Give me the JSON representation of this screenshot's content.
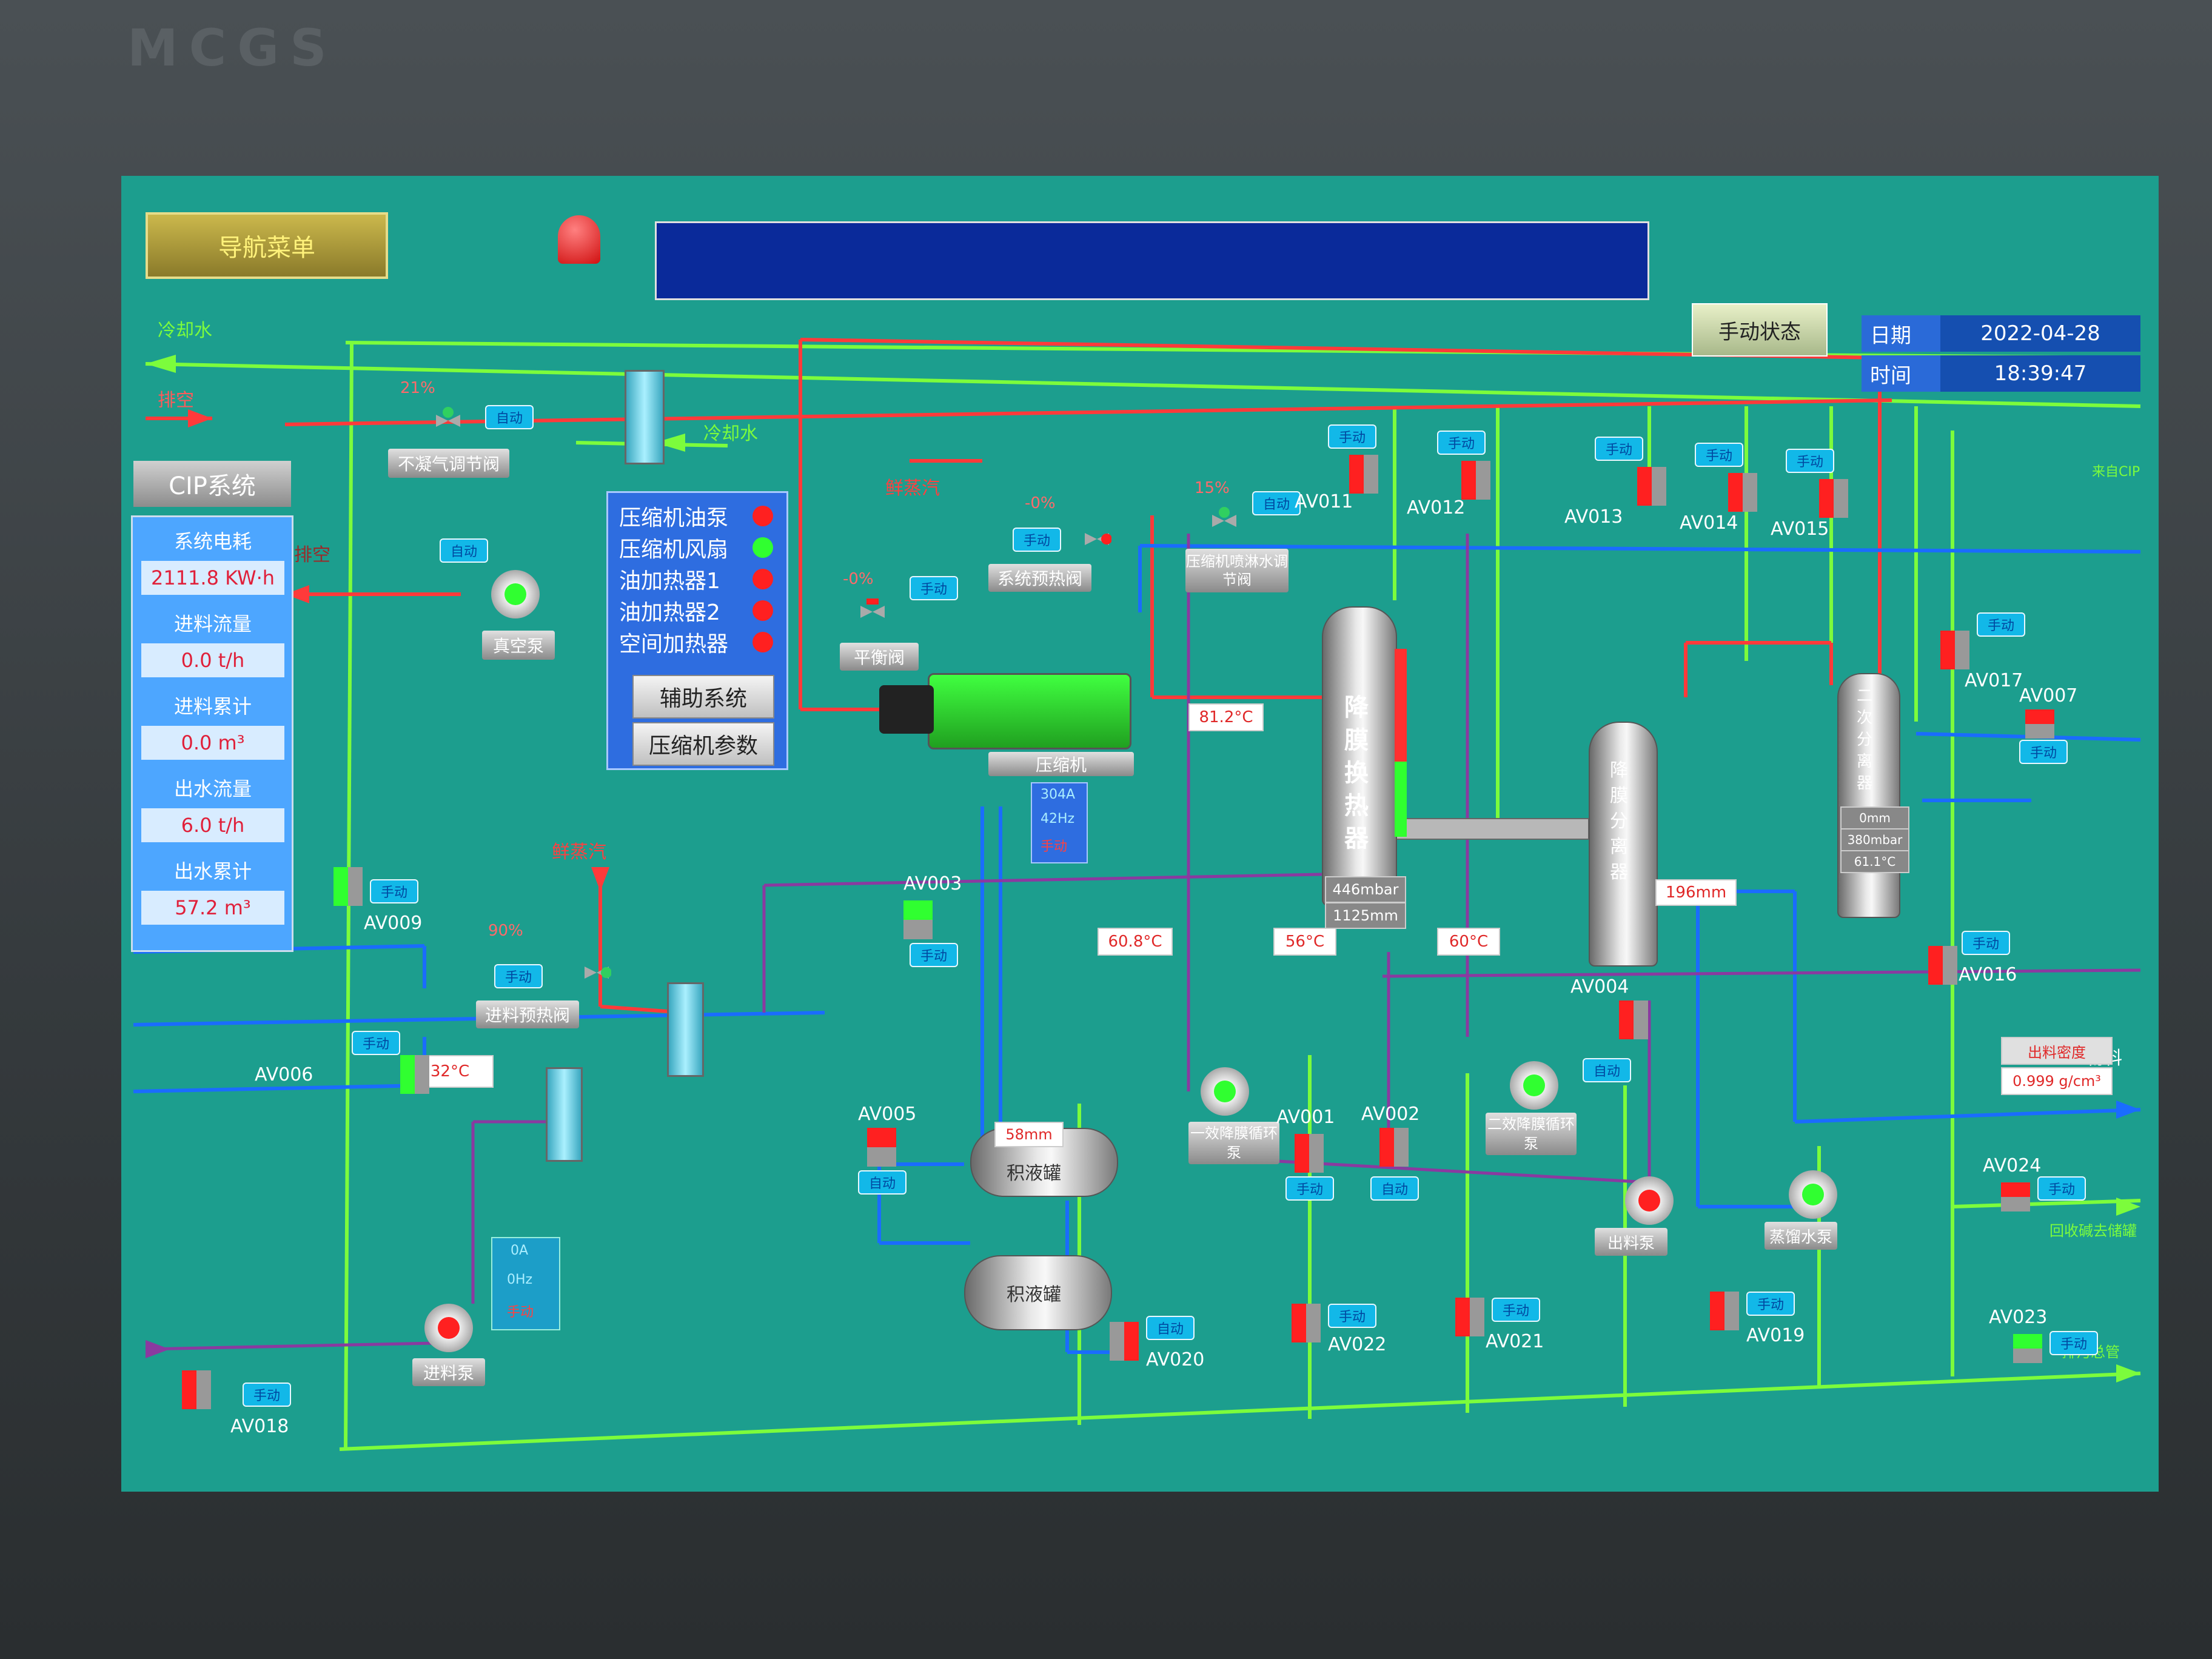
{
  "brand": "MCGS",
  "header": {
    "nav_menu": "导航菜单",
    "mode": "手动状态",
    "date_label": "日期",
    "date_value": "2022-04-28",
    "time_label": "时间",
    "time_value": "18:39:47"
  },
  "flow_labels": {
    "cooling_water_top": "冷却水",
    "exhaust_top": "排空",
    "cooling_water_in": "冷却水",
    "fresh_steam_1": "鲜蒸汽",
    "fresh_steam_2": "鲜蒸汽",
    "exhaust_mid": "排空",
    "from_cip": "来自CIP",
    "material": "物料",
    "recycle": "回收碱去储罐",
    "drain_total": "排污总管"
  },
  "cip": {
    "title": "CIP系统",
    "rows": [
      {
        "label": "系统电耗",
        "value": "2111.8 KW·h"
      },
      {
        "label": "进料流量",
        "value": "0.0 t/h"
      },
      {
        "label": "进料累计",
        "value": "0.0 m³"
      },
      {
        "label": "出水流量",
        "value": "6.0 t/h"
      },
      {
        "label": "出水累计",
        "value": "57.2 m³"
      }
    ]
  },
  "aux": {
    "items": [
      {
        "label": "压缩机油泵",
        "status_color": "#ff2020"
      },
      {
        "label": "压缩机风扇",
        "status_color": "#30ff30"
      },
      {
        "label": "油加热器1",
        "status_color": "#ff2020"
      },
      {
        "label": "油加热器2",
        "status_color": "#ff2020"
      },
      {
        "label": "空间加热器",
        "status_color": "#ff2020"
      }
    ],
    "btn_aux": "辅助系统",
    "btn_comp": "压缩机参数"
  },
  "equipment": {
    "noncond_valve": "不凝气调节阀",
    "noncond_pct": "21%",
    "noncond_mode": "自动",
    "vacuum_pump": "真空泵",
    "vacuum_mode": "自动",
    "balance_valve": "平衡阀",
    "balance_pct": "-0%",
    "balance_mode": "手动",
    "preheat_valve": "系统预热阀",
    "preheat_pct": "-0%",
    "preheat_mode": "手动",
    "spray_valve": "压缩机喷淋水调节阀",
    "spray_pct": "15%",
    "spray_mode": "自动",
    "compressor": "压缩机",
    "comp_current": "304A",
    "comp_freq": "42Hz",
    "comp_mode": "手动",
    "feed_preheat": "进料预热阀",
    "feed_preheat_pct": "90%",
    "feed_preheat_mode": "手动",
    "hx_main": "降膜换热器",
    "hx_pressure": "446mbar",
    "hx_level": "1125mm",
    "sep1": "降膜分离器",
    "sep1_level": "196mm",
    "sep2": "二次分离器",
    "sep2_level": "0mm",
    "sep2_pressure": "380mbar",
    "sep2_temp": "61.1°C",
    "tank1": "积液罐",
    "tank1_level": "58mm",
    "tank2": "积液罐",
    "pump1": "一效降膜循环泵",
    "pump2": "二效降膜循环泵",
    "pump_out": "出料泵",
    "pump_cond": "蒸馏水泵",
    "pump_feed": "进料泵",
    "feed_current": "0A",
    "feed_freq": "0Hz",
    "feed_mode": "手动",
    "t1": "81.2°C",
    "t2": "60.8°C",
    "t3": "56°C",
    "t4": "60°C",
    "t5": "32°C",
    "density_label": "出料密度",
    "density_value": "0.999 g/cm³"
  },
  "valves": {
    "AV009": {
      "name": "AV009",
      "mode": "手动"
    },
    "AV006": {
      "name": "AV006",
      "mode": "手动"
    },
    "AV018": {
      "name": "AV018",
      "mode": "手动"
    },
    "AV003": {
      "name": "AV003",
      "mode": "手动"
    },
    "AV005": {
      "name": "AV005",
      "mode": "自动"
    },
    "AV011": {
      "name": "AV011",
      "mode": "手动"
    },
    "AV012": {
      "name": "AV012",
      "mode": "手动"
    },
    "AV013": {
      "name": "AV013",
      "mode": "手动"
    },
    "AV014": {
      "name": "AV014",
      "mode": "手动"
    },
    "AV015": {
      "name": "AV015",
      "mode": "手动"
    },
    "AV017": {
      "name": "AV017",
      "mode": "手动"
    },
    "AV007": {
      "name": "AV007",
      "mode": "手动"
    },
    "AV016": {
      "name": "AV016",
      "mode": "手动"
    },
    "AV004": {
      "name": "AV004",
      "mode": "自动"
    },
    "AV001": {
      "name": "AV001",
      "mode": "手动"
    },
    "AV002": {
      "name": "AV002",
      "mode": "自动"
    },
    "AV020": {
      "name": "AV020",
      "mode": "自动"
    },
    "AV022": {
      "name": "AV022",
      "mode": "手动"
    },
    "AV021": {
      "name": "AV021",
      "mode": "手动"
    },
    "AV019": {
      "name": "AV019",
      "mode": "手动"
    },
    "AV024": {
      "name": "AV024",
      "mode": "手动"
    },
    "AV023": {
      "name": "AV023",
      "mode": "手动"
    }
  },
  "colors": {
    "screen_bg": "#1c9e8e",
    "pipe_green": "#7cfc3c",
    "pipe_red": "#ff3a3a",
    "pipe_blue": "#1a6cff",
    "pipe_purple": "#8a3aa0"
  }
}
